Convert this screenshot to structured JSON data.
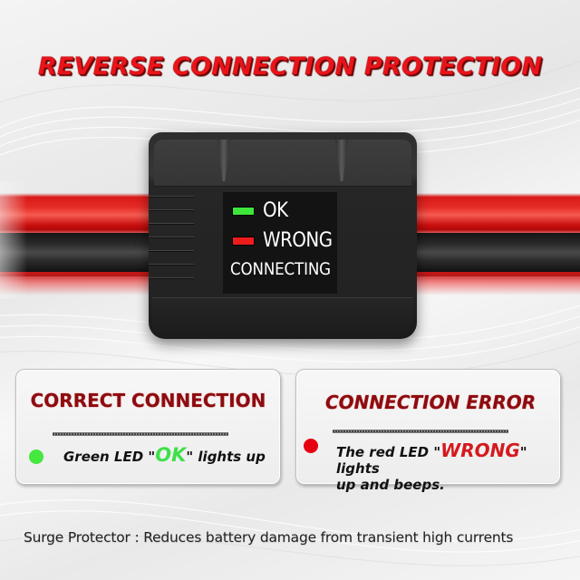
{
  "headline": "REVERSE CONNECTION PROTECTION",
  "device": {
    "indicators": [
      {
        "label": "OK",
        "led_color": "#3ee53a",
        "icon": "green-led-icon"
      },
      {
        "label": "WRONG",
        "led_color": "#ee1c1c",
        "icon": "red-led-icon"
      }
    ],
    "status_label": "CONNECTING"
  },
  "cards": {
    "correct": {
      "title": "CORRECT CONNECTION",
      "dot_color": "#44e83e",
      "text_pre": "Green LED \"",
      "highlight": "OK",
      "text_post": "\" lights up"
    },
    "error": {
      "title": "CONNECTION ERROR",
      "dot_color": "#e60012",
      "text_pre": "The red LED \"",
      "highlight": "WRONG",
      "text_post": "\" lights",
      "text_line2": "up and beeps."
    }
  },
  "footer": "Surge Protector : Reduces battery damage from transient high currents",
  "colors": {
    "headline_red": "#e8141a",
    "card_title_red": "#8c0c10",
    "cable_red": "#e52b25",
    "cable_black": "#2a2a2a",
    "device_body": "#2a2a2a"
  }
}
